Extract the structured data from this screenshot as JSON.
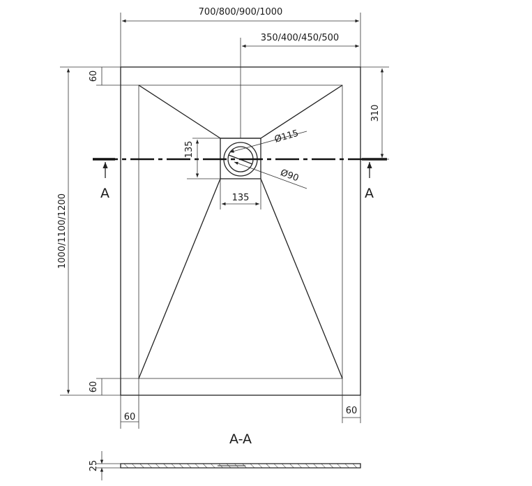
{
  "dimensions": {
    "width_options": "700/800/900/1000",
    "half_width_options": "350/400/450/500",
    "length_options": "1000/1100/1200",
    "drain_offset": "310",
    "rim_top": "60",
    "rim_bottom": "60",
    "rim_left": "60",
    "rim_right": "60",
    "drain_square_height": "135",
    "drain_square_width": "135",
    "outer_diameter": "Ø115",
    "inner_diameter": "Ø90",
    "thickness": "25"
  },
  "section": {
    "marker_left": "A",
    "marker_right": "A",
    "title": "A-A"
  }
}
